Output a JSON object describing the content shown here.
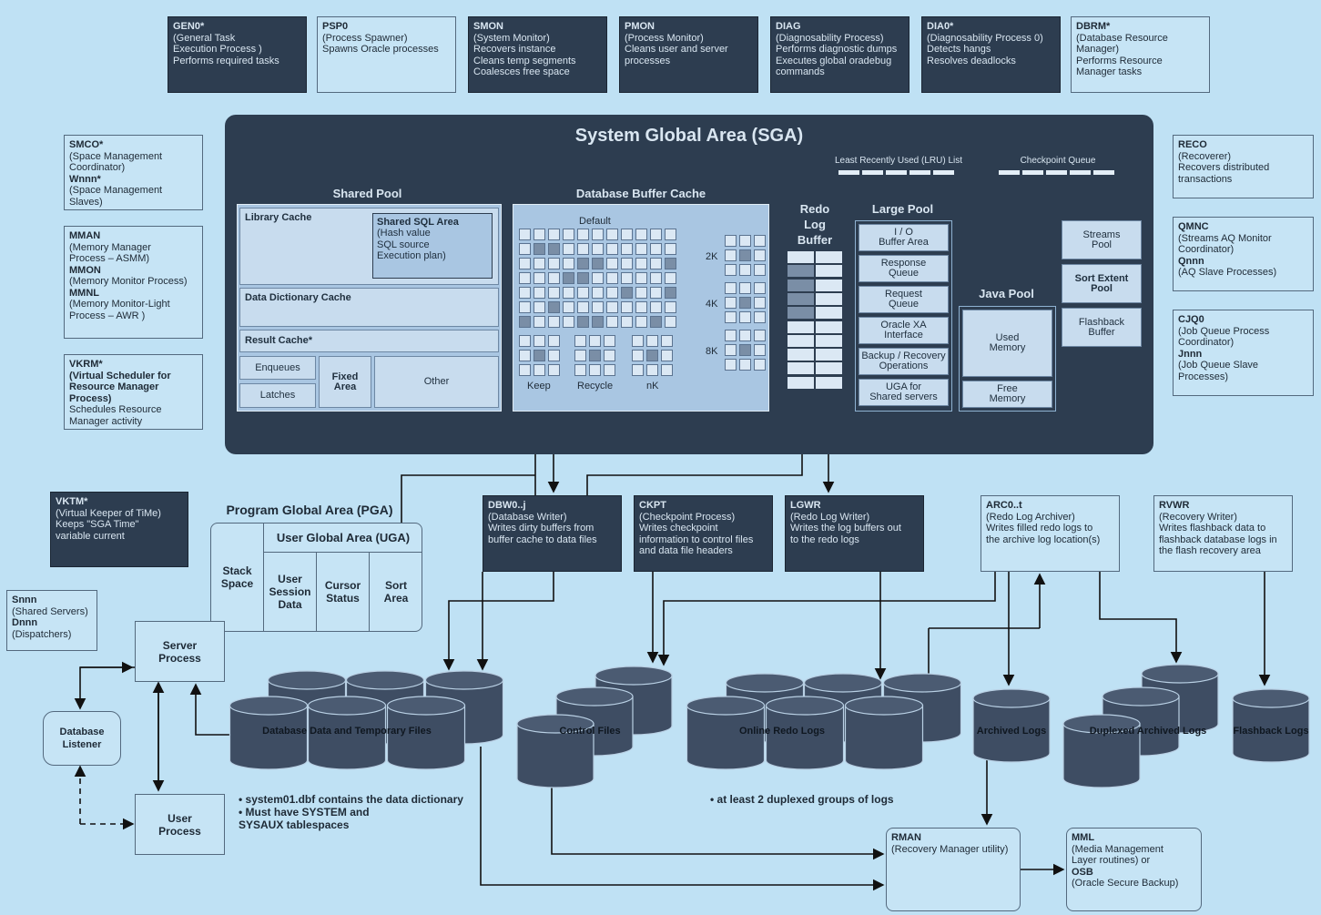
{
  "top_boxes": [
    {
      "title": "GEN0*",
      "desc": "(General Task\nExecution Process )\nPerforms required tasks",
      "style": "dk"
    },
    {
      "title": "PSP0",
      "desc": "(Process Spawner)\nSpawns Oracle processes",
      "style": "lt"
    },
    {
      "title": "SMON",
      "desc": "(System Monitor)\nRecovers instance\nCleans temp segments\nCoalesces free space",
      "style": "dk"
    },
    {
      "title": "PMON",
      "desc": "(Process Monitor)\nCleans user and server\nprocesses",
      "style": "dk"
    },
    {
      "title": "DIAG",
      "desc": "(Diagnosability Process)\nPerforms diagnostic dumps\nExecutes global oradebug\ncommands",
      "style": "dk"
    },
    {
      "title": "DIA0*",
      "desc": "(Diagnosability Process 0)\nDetects hangs\nResolves deadlocks",
      "style": "dk"
    },
    {
      "title": "DBRM*",
      "desc": "(Database Resource\nManager)\nPerforms Resource\nManager tasks",
      "style": "lt"
    }
  ],
  "left_boxes": [
    {
      "lines": [
        {
          "b": "SMCO*"
        },
        {
          "t": "(Space Management"
        },
        {
          "t": "Coordinator)"
        },
        {
          "b": "Wnnn*"
        },
        {
          "t": "(Space Management Slaves)"
        }
      ]
    },
    {
      "lines": [
        {
          "b": "MMAN"
        },
        {
          "t": "(Memory Manager"
        },
        {
          "t": "Process – ASMM)"
        },
        {
          "b": "MMON"
        },
        {
          "t": "(Memory Monitor Process)"
        },
        {
          "b": "MMNL"
        },
        {
          "t": "(Memory Monitor-Light"
        },
        {
          "t": "Process – AWR )"
        }
      ]
    },
    {
      "lines": [
        {
          "b": "VKRM*"
        },
        {
          "b": "(Virtual Scheduler for"
        },
        {
          "b": "Resource Manager Process)"
        },
        {
          "t": "Schedules Resource"
        },
        {
          "t": "Manager activity"
        }
      ]
    }
  ],
  "right_boxes": [
    {
      "lines": [
        {
          "b": "RECO"
        },
        {
          "t": "(Recoverer)"
        },
        {
          "t": "Recovers distributed"
        },
        {
          "t": "transactions"
        }
      ]
    },
    {
      "lines": [
        {
          "b": "QMNC"
        },
        {
          "t": "(Streams AQ Monitor"
        },
        {
          "t": "Coordinator)"
        },
        {
          "b": "Qnnn"
        },
        {
          "t": "(AQ Slave Processes)"
        }
      ]
    },
    {
      "lines": [
        {
          "b": "CJQ0"
        },
        {
          "t": "(Job Queue Process"
        },
        {
          "t": "Coordinator)"
        },
        {
          "b": "Jnnn"
        },
        {
          "t": "(Job Queue Slave"
        },
        {
          "t": "Processes)"
        }
      ]
    }
  ],
  "sga": {
    "title": "System Global Area (SGA)",
    "lru": "Least Recently Used (LRU) List",
    "checkpoint_queue": "Checkpoint Queue",
    "shared_pool": {
      "title": "Shared Pool",
      "library_cache": "Library Cache",
      "shared_sql_title": "Shared SQL Area",
      "shared_sql_desc": "(Hash value\nSQL source\nExecution plan)",
      "data_dictionary_cache": "Data Dictionary Cache",
      "result_cache": "Result Cache*",
      "enqueues": "Enqueues",
      "latches": "Latches",
      "fixed_area": "Fixed\nArea",
      "other": "Other"
    },
    "buffer_cache": {
      "title": "Database Buffer Cache",
      "default": "Default",
      "keep": "Keep",
      "recycle": "Recycle",
      "nk": "nK",
      "k2": "2K",
      "k4": "4K",
      "k8": "8K"
    },
    "redo": "Redo\nLog\nBuffer",
    "large_pool": {
      "title": "Large Pool",
      "items": [
        "I / O\nBuffer Area",
        "Response\nQueue",
        "Request\nQueue",
        "Oracle XA\nInterface",
        "Backup / Recovery\nOperations",
        "UGA for\nShared servers"
      ]
    },
    "java_pool": {
      "title": "Java Pool",
      "used": "Used\nMemory",
      "free": "Free\nMemory"
    },
    "streams_pool": "Streams\nPool",
    "sort_extent_pool": "Sort Extent\nPool",
    "flashback_buffer": "Flashback\nBuffer"
  },
  "vktm": {
    "title": "VKTM*",
    "desc": "(Virtual Keeper of TiMe)\nKeeps \"SGA Time\"\nvariable current"
  },
  "pga": {
    "title": "Program Global Area (PGA)",
    "uga": "User Global Area (UGA)",
    "stack": "Stack\nSpace",
    "session": "User\nSession\nData",
    "cursor": "Cursor\nStatus",
    "sort": "Sort\nArea"
  },
  "snnn": {
    "lines": [
      {
        "b": "Snnn"
      },
      {
        "t": "(Shared Servers)"
      },
      {
        "b": "Dnnn"
      },
      {
        "t": "(Dispatchers)"
      }
    ]
  },
  "server_process": "Server\nProcess",
  "user_process": "User\nProcess",
  "database_listener": "Database\nListener",
  "mid_boxes": [
    {
      "title": "DBW0..j",
      "desc": "(Database Writer)\nWrites dirty buffers from\nbuffer cache to data files",
      "style": "dk"
    },
    {
      "title": "CKPT",
      "desc": "(Checkpoint Process)\nWrites checkpoint\ninformation to control files\nand data file headers",
      "style": "dk"
    },
    {
      "title": "LGWR",
      "desc": "(Redo Log Writer)\nWrites the log buffers out\nto the redo logs",
      "style": "dk"
    },
    {
      "title": "ARC0..t",
      "desc": "(Redo Log Archiver)\nWrites filled redo logs to\nthe archive log location(s)",
      "style": "lt"
    },
    {
      "title": "RVWR",
      "desc": "(Recovery Writer)\nWrites flashback data to\nflashback database logs in\nthe flash recovery area",
      "style": "lt"
    }
  ],
  "storage": {
    "data_files": "Database Data and Temporary Files",
    "control_files": "Control Files",
    "online_redo": "Online Redo Logs",
    "archived": "Archived Logs",
    "duplexed": "Duplexed Archived Logs",
    "flashback": "Flashback Logs"
  },
  "notes": {
    "data": "• system01.dbf contains the data dictionary\n• Must have SYSTEM and\n   SYSAUX tablespaces",
    "redo": "• at least 2 duplexed groups of logs"
  },
  "rman": {
    "title": "RMAN",
    "desc": "(Recovery Manager utility)"
  },
  "mml": {
    "lines": [
      {
        "b": "MML"
      },
      {
        "t": "(Media Management"
      },
      {
        "t": "Layer routines) or"
      },
      {
        "b": "OSB"
      },
      {
        "t": "(Oracle Secure Backup)"
      }
    ]
  },
  "colors": {
    "background": "#bfe1f4",
    "dark_box": "#2d3d50",
    "panel": "#a9c6e2",
    "cylinder": "#3e4d63"
  }
}
